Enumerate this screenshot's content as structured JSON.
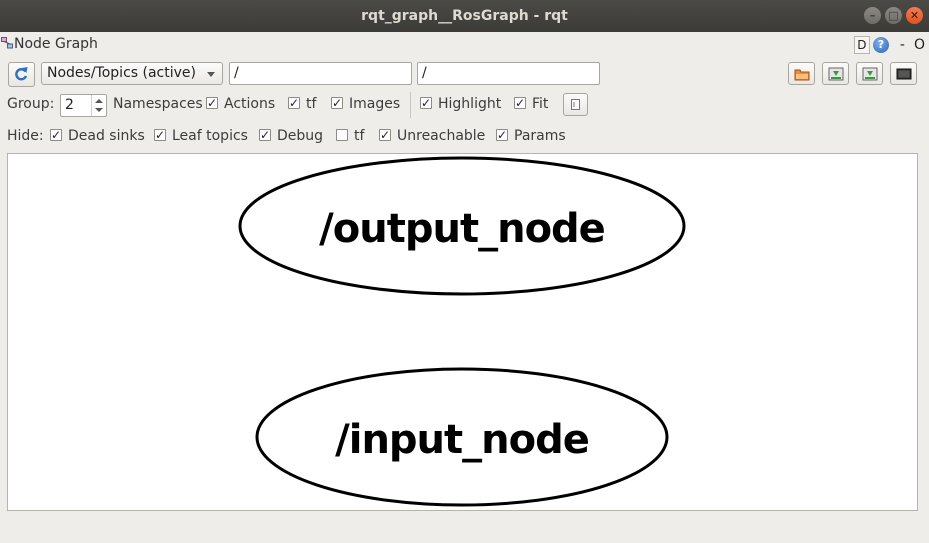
{
  "window": {
    "title": "rqt_graph__RosGraph - rqt",
    "controls": {
      "minimize": "–",
      "maximize": "□",
      "close": "✕"
    }
  },
  "plugin": {
    "title": "Node Graph",
    "icon": "node-graph-icon",
    "d_label": "D",
    "help_label": "?",
    "close_label": "O",
    "dash_label": "-"
  },
  "toolbar": {
    "refresh_icon": "refresh-icon",
    "graph_type": "Nodes/Topics (active)",
    "filter_include": "/",
    "filter_exclude": "/",
    "buttons": [
      "load-dot-icon",
      "save-dot-icon",
      "save-svg-icon",
      "save-image-icon"
    ]
  },
  "options": {
    "group_label": "Group:",
    "group_value": "2",
    "namespaces_label": "Namespaces",
    "actions_label": "Actions",
    "tf_label": "tf",
    "images_label": "Images",
    "highlight_label": "Highlight",
    "fit_label": "Fit",
    "namespaces_checked": true,
    "actions_checked": true,
    "tf_checked": true,
    "images_checked": true,
    "highlight_checked": true,
    "fit_checked": true,
    "check_mark": "✓"
  },
  "hide": {
    "label": "Hide:",
    "items": [
      {
        "label": "Dead sinks",
        "checked": true
      },
      {
        "label": "Leaf topics",
        "checked": true
      },
      {
        "label": "Debug",
        "checked": true
      },
      {
        "label": "tf",
        "checked": false
      },
      {
        "label": "Unreachable",
        "checked": true
      },
      {
        "label": "Params",
        "checked": true
      }
    ]
  },
  "graph": {
    "nodes": [
      {
        "label": "/output_node"
      },
      {
        "label": "/input_node"
      }
    ]
  },
  "colors": {
    "titlebar": "#3c3b37",
    "window_bg": "#efedea",
    "close_button": "#e2541f",
    "canvas_bg": "#ffffff"
  }
}
